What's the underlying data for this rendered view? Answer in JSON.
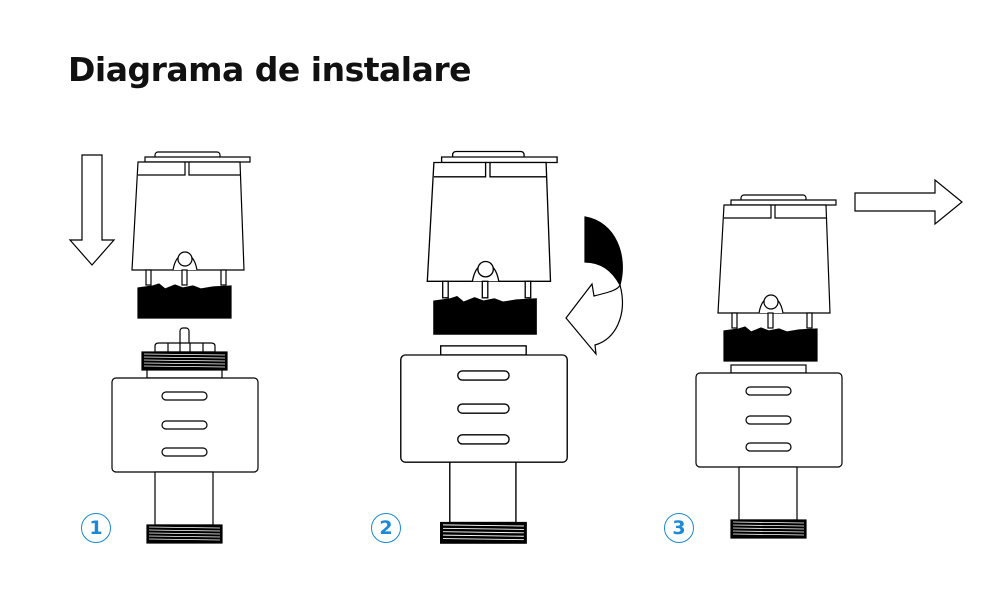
{
  "title": "Diagrama de instalare",
  "steps": [
    {
      "number": "1",
      "arrow": "down-arrow-icon"
    },
    {
      "number": "2",
      "arrow": "rotate-arrow-icon"
    },
    {
      "number": "3",
      "arrow": "right-arrow-icon"
    }
  ],
  "colors": {
    "badge": "#1a8ad6",
    "line": "#000000"
  }
}
